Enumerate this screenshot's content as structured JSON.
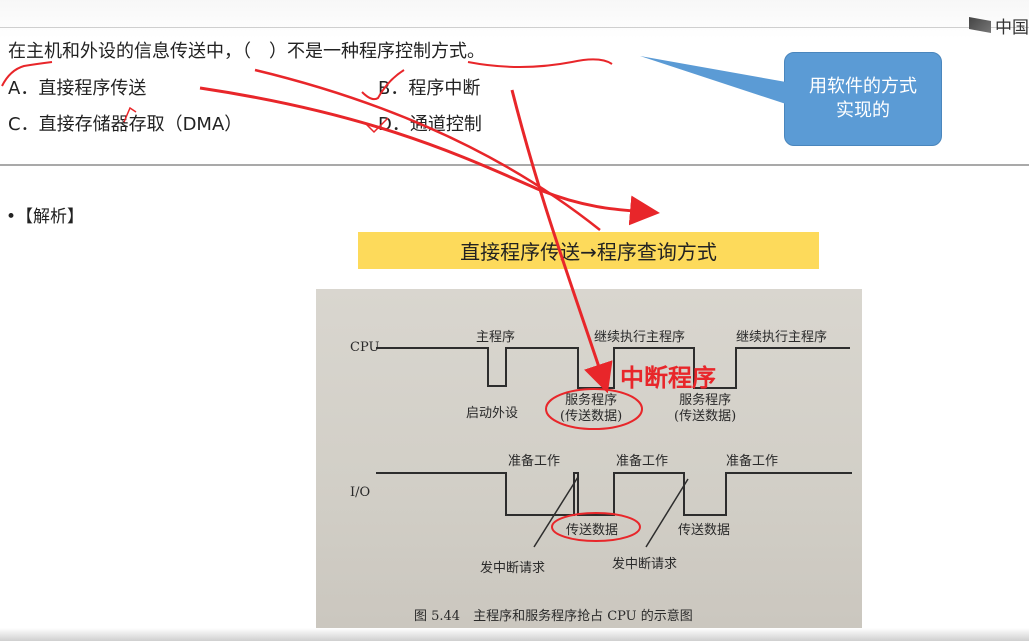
{
  "header": {
    "logo_text": "中国"
  },
  "question": {
    "stem": "在主机和外设的信息传送中，（　）不是一种程序控制方式。",
    "options": {
      "a": "A．直接程序传送",
      "b": "B．程序中断",
      "c": "C．直接存储器存取（DMA）",
      "d": "D．通道控制"
    }
  },
  "callout": {
    "text": "用软件的方式实现的"
  },
  "analysis": {
    "label": "•【解析】"
  },
  "banner": {
    "text": "直接程序传送→程序查询方式"
  },
  "figure": {
    "cpu_label": "CPU",
    "io_label": "I/O",
    "main_program": "主程序",
    "continue_main_1": "继续执行主程序",
    "continue_main_2": "继续执行主程序",
    "start_device": "启动外设",
    "service_1": "服务程序\n(传送数据)",
    "service_2": "服务程序\n(传送数据)",
    "prepare_1": "准备工作",
    "prepare_2": "准备工作",
    "prepare_3": "准备工作",
    "transfer_1": "传送数据",
    "transfer_2": "传送数据",
    "interrupt_req_1": "发中断请求",
    "interrupt_req_2": "发中断请求",
    "caption": "图 5.44　主程序和服务程序抢占 CPU 的示意图"
  },
  "annotation": {
    "text": "中断程序"
  },
  "colors": {
    "accent_red": "#e8262a",
    "bubble_blue": "#5b9bd5",
    "banner_yellow": "#fdda5b"
  }
}
